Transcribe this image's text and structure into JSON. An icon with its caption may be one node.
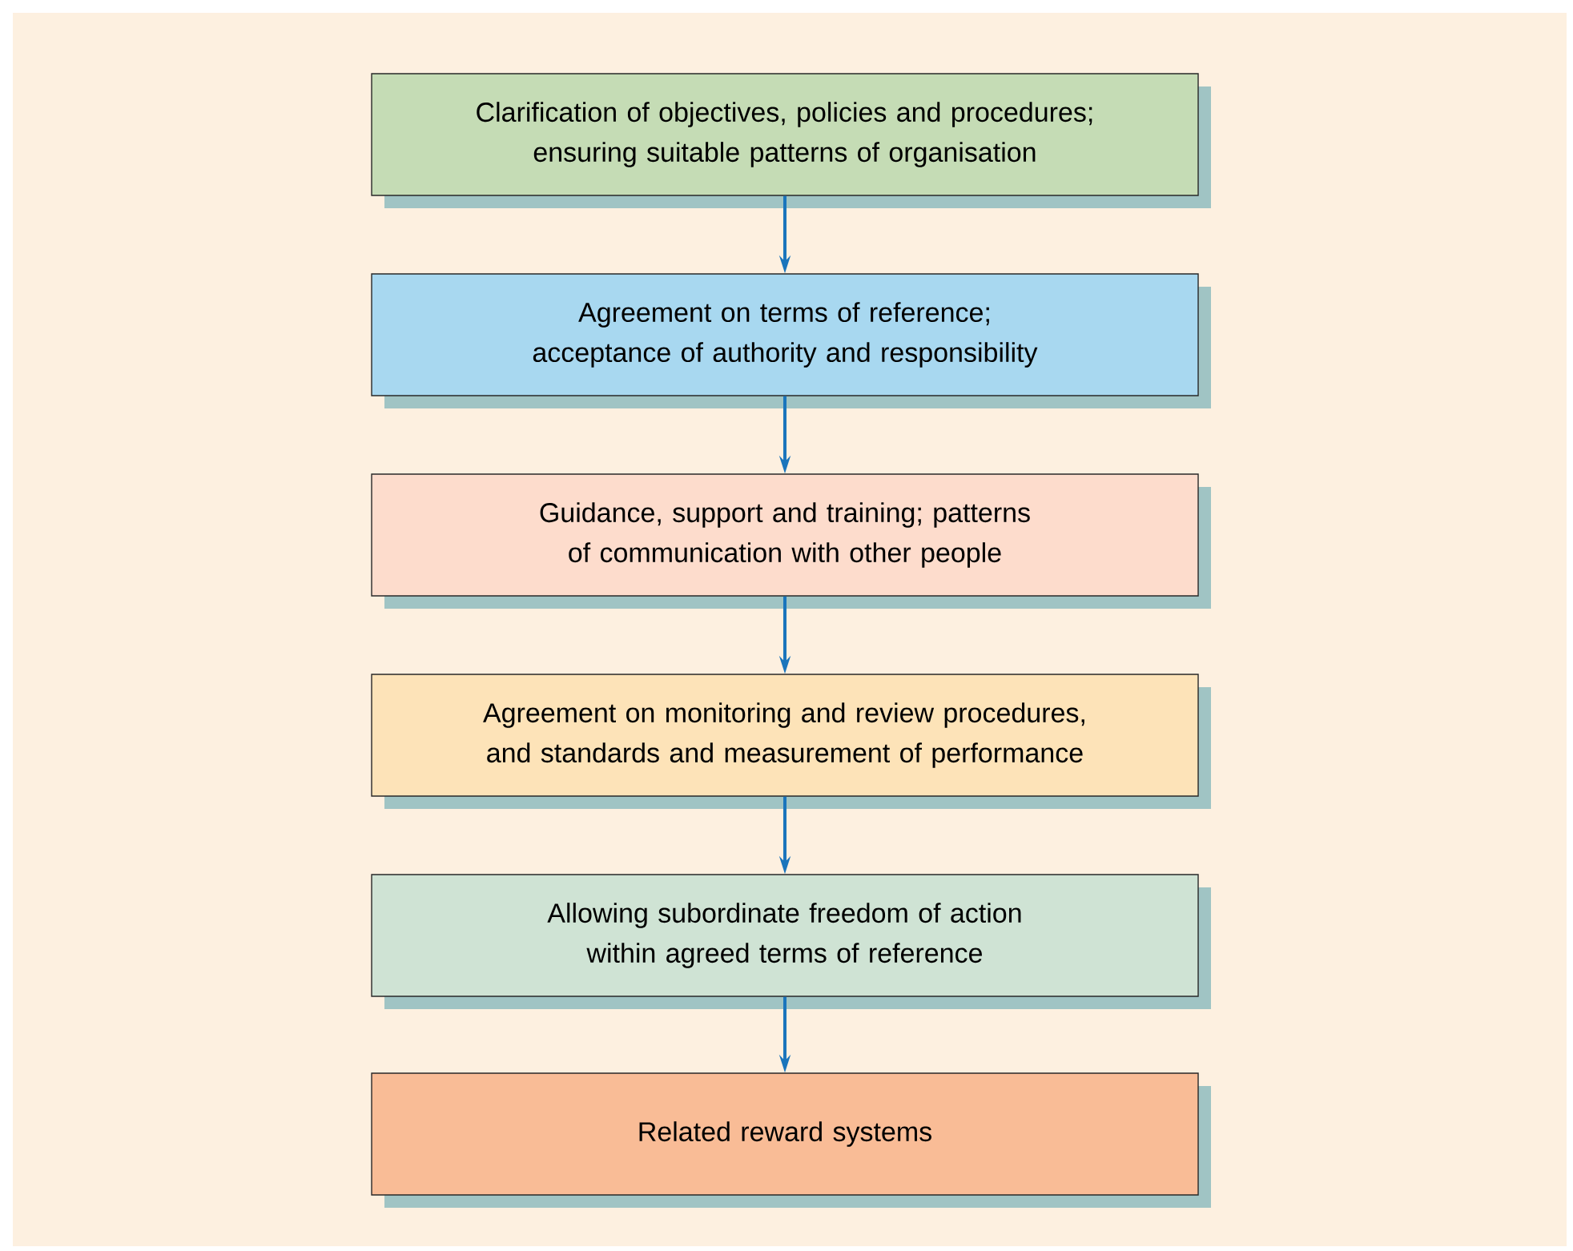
{
  "diagram": {
    "nodes": [
      {
        "text": [
          "Clarification of objectives, policies and procedures; ensuring suitable patterns of organisation"
        ]
      },
      {
        "text": [
          "Agreement on terms of reference; acceptance of authority and responsibility"
        ]
      },
      {
        "text": [
          "Guidance, support and training; patterns of communication with other people"
        ]
      },
      {
        "text": [
          "Agreement on monitoring and review procedures, and standards and measurement of performance"
        ]
      },
      {
        "text": [
          "Allowing subordinate freedom of action within agreed terms of reference"
        ]
      },
      {
        "text": [
          "Related reward systems"
        ]
      }
    ],
    "edges": [
      {
        "from": 0,
        "to": 1,
        "arrow": "to"
      },
      {
        "from": 1,
        "to": 2,
        "arrow": "to"
      },
      {
        "from": 2,
        "to": 3,
        "arrow": "to"
      },
      {
        "from": 3,
        "to": 4,
        "arrow": "to"
      },
      {
        "from": 4,
        "to": 5,
        "arrow": "to"
      }
    ]
  }
}
